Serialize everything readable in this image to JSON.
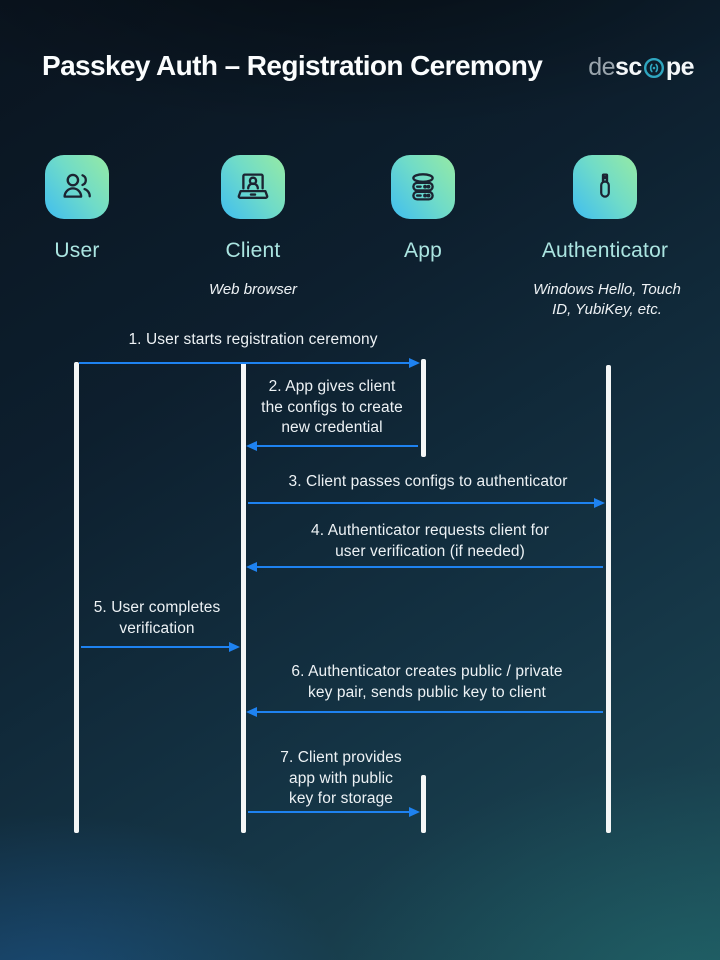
{
  "header": {
    "title": "Passkey Auth – Registration Ceremony",
    "logo": {
      "prefix": "de",
      "mid": "sc",
      "suffix": "pe"
    }
  },
  "colors": {
    "arrow_blue": "#1e82f0",
    "lifeline_white": "#f4f6f6",
    "actor_label_teal": "#abe5e1",
    "tile_gradient_start": "#47c2ea",
    "tile_gradient_end": "#93e9a7",
    "logo_mark_teal": "#2fa6c0",
    "background_top": "#0a141f",
    "background_bottom_right": "#1d4a56"
  },
  "actors": [
    {
      "id": "user",
      "label": "User",
      "icon": "users-icon",
      "subtitle": ""
    },
    {
      "id": "client",
      "label": "Client",
      "icon": "laptop-user-icon",
      "subtitle": "Web browser"
    },
    {
      "id": "app",
      "label": "App",
      "icon": "server-stack-icon",
      "subtitle": ""
    },
    {
      "id": "authenticator",
      "label": "Authenticator",
      "icon": "usb-key-icon",
      "subtitle": "Windows Hello, Touch\nID, YubiKey, etc."
    }
  ],
  "steps": [
    {
      "num": 1,
      "from": "User",
      "to": "App",
      "label": "1. User starts registration ceremony"
    },
    {
      "num": 2,
      "from": "App",
      "to": "Client",
      "label": "2. App gives client\nthe configs to create\nnew credential"
    },
    {
      "num": 3,
      "from": "Client",
      "to": "Authenticator",
      "label": "3. Client passes configs to authenticator"
    },
    {
      "num": 4,
      "from": "Authenticator",
      "to": "Client",
      "label": "4. Authenticator requests client for\nuser verification (if needed)"
    },
    {
      "num": 5,
      "from": "User",
      "to": "Client",
      "label": "5. User completes\nverification"
    },
    {
      "num": 6,
      "from": "Authenticator",
      "to": "Client",
      "label": "6. Authenticator creates public / private\nkey pair, sends public key to client"
    },
    {
      "num": 7,
      "from": "Client",
      "to": "App",
      "label": "7. Client provides\napp with public\nkey for storage"
    }
  ]
}
